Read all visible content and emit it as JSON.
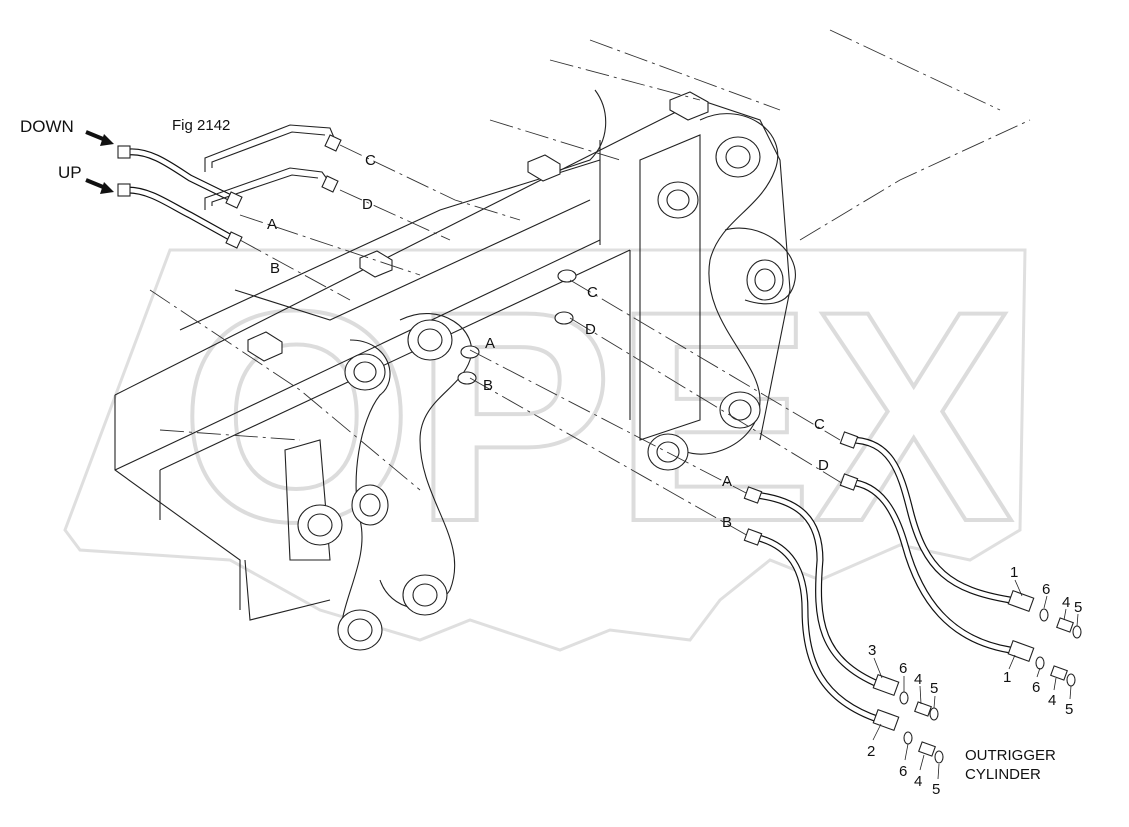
{
  "figure": {
    "fig_ref": "Fig 2142",
    "down_label": "DOWN",
    "up_label": "UP",
    "component_label_1": "OUTRIGGER",
    "component_label_2": "CYLINDER",
    "watermark": "OPEX"
  },
  "connection_letters": {
    "c_top": "C",
    "d_top": "D",
    "a_top": "A",
    "b_top": "B",
    "c_mid": "C",
    "d_mid": "D",
    "a_mid": "A",
    "b_mid": "B",
    "c_low": "C",
    "d_low": "D",
    "a_low": "A",
    "b_low": "B"
  },
  "part_numbers": {
    "right_upper_hose": "1",
    "right_upper_oring_a": "6",
    "right_upper_adapter": "4",
    "right_upper_oring_b": "5",
    "right_lower_hose": "1",
    "right_lower_oring_a": "6",
    "right_lower_adapter": "4",
    "right_lower_oring_b": "5",
    "left_upper_hose": "3",
    "left_upper_oring_a": "6",
    "left_upper_adapter": "4",
    "left_upper_oring_b": "5",
    "left_lower_hose": "2",
    "left_lower_oring_a": "6",
    "left_lower_adapter": "4",
    "left_lower_oring_b": "5"
  },
  "icons": [
    "arrow-down-icon",
    "arrow-up-icon"
  ]
}
